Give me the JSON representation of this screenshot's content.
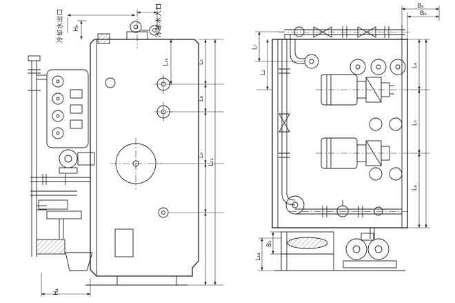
{
  "sheet": {
    "background": "#ffffff",
    "line_color": "#1a1a1a",
    "description_visible": "two-view technical drawing of a cooling-water machinery unit"
  },
  "labels": {
    "cooling_water_outlet": "冷却水出口",
    "cooling_water_inlet": "冷却水入口"
  },
  "dims": {
    "h6": "H₆",
    "h4": "H₄",
    "l16": "L₁₆",
    "l6": "L₆",
    "l8": "L₈",
    "l9": "L₉",
    "l11": "L₁₁",
    "b6": "B₆",
    "b8": "B₈",
    "l7": "L₇",
    "l2": "L₂",
    "l4": "L₄",
    "l5": "L₅",
    "l6_side": "L₆",
    "l14": "L₁₄",
    "b2": "B₂"
  }
}
